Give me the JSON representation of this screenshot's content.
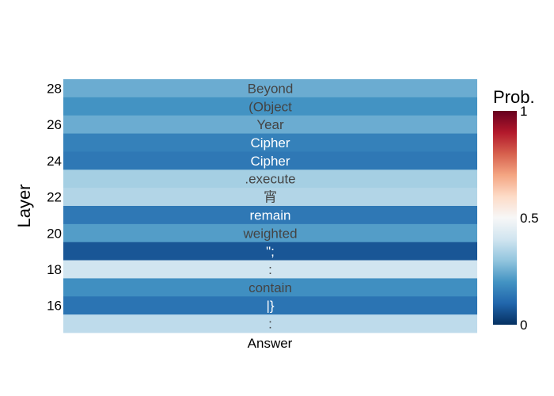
{
  "chart_data": {
    "type": "heatmap",
    "x_categories": [
      "Answer"
    ],
    "xlabel": "",
    "ylabel": "Layer",
    "layers": [
      28,
      27,
      26,
      25,
      24,
      23,
      22,
      21,
      20,
      19,
      18,
      17,
      16,
      15
    ],
    "tokens": [
      "Beyond",
      "(Object",
      "Year",
      "Cipher",
      "Cipher",
      ".execute",
      "宵",
      "remain",
      "weighted",
      "\";",
      ":",
      "contain",
      "|}",
      ":"
    ],
    "values": [
      0.25,
      0.2,
      0.25,
      0.16,
      0.14,
      0.33,
      0.35,
      0.14,
      0.22,
      0.07,
      0.4,
      0.19,
      0.13,
      0.37
    ],
    "y_ticks": [
      28,
      26,
      24,
      22,
      20,
      18,
      16
    ],
    "colorscale": [
      "#053061",
      "#2166ac",
      "#4393c3",
      "#92c5de",
      "#d1e5f0",
      "#f7f7f7",
      "#fddbc7",
      "#f4a582",
      "#d6604d",
      "#b2182b",
      "#67001f"
    ],
    "colorbar": {
      "title": "Prob.",
      "range": [
        0,
        1
      ],
      "ticks": [
        "0",
        "0.5",
        "1"
      ]
    },
    "zlim": [
      0,
      1
    ]
  }
}
